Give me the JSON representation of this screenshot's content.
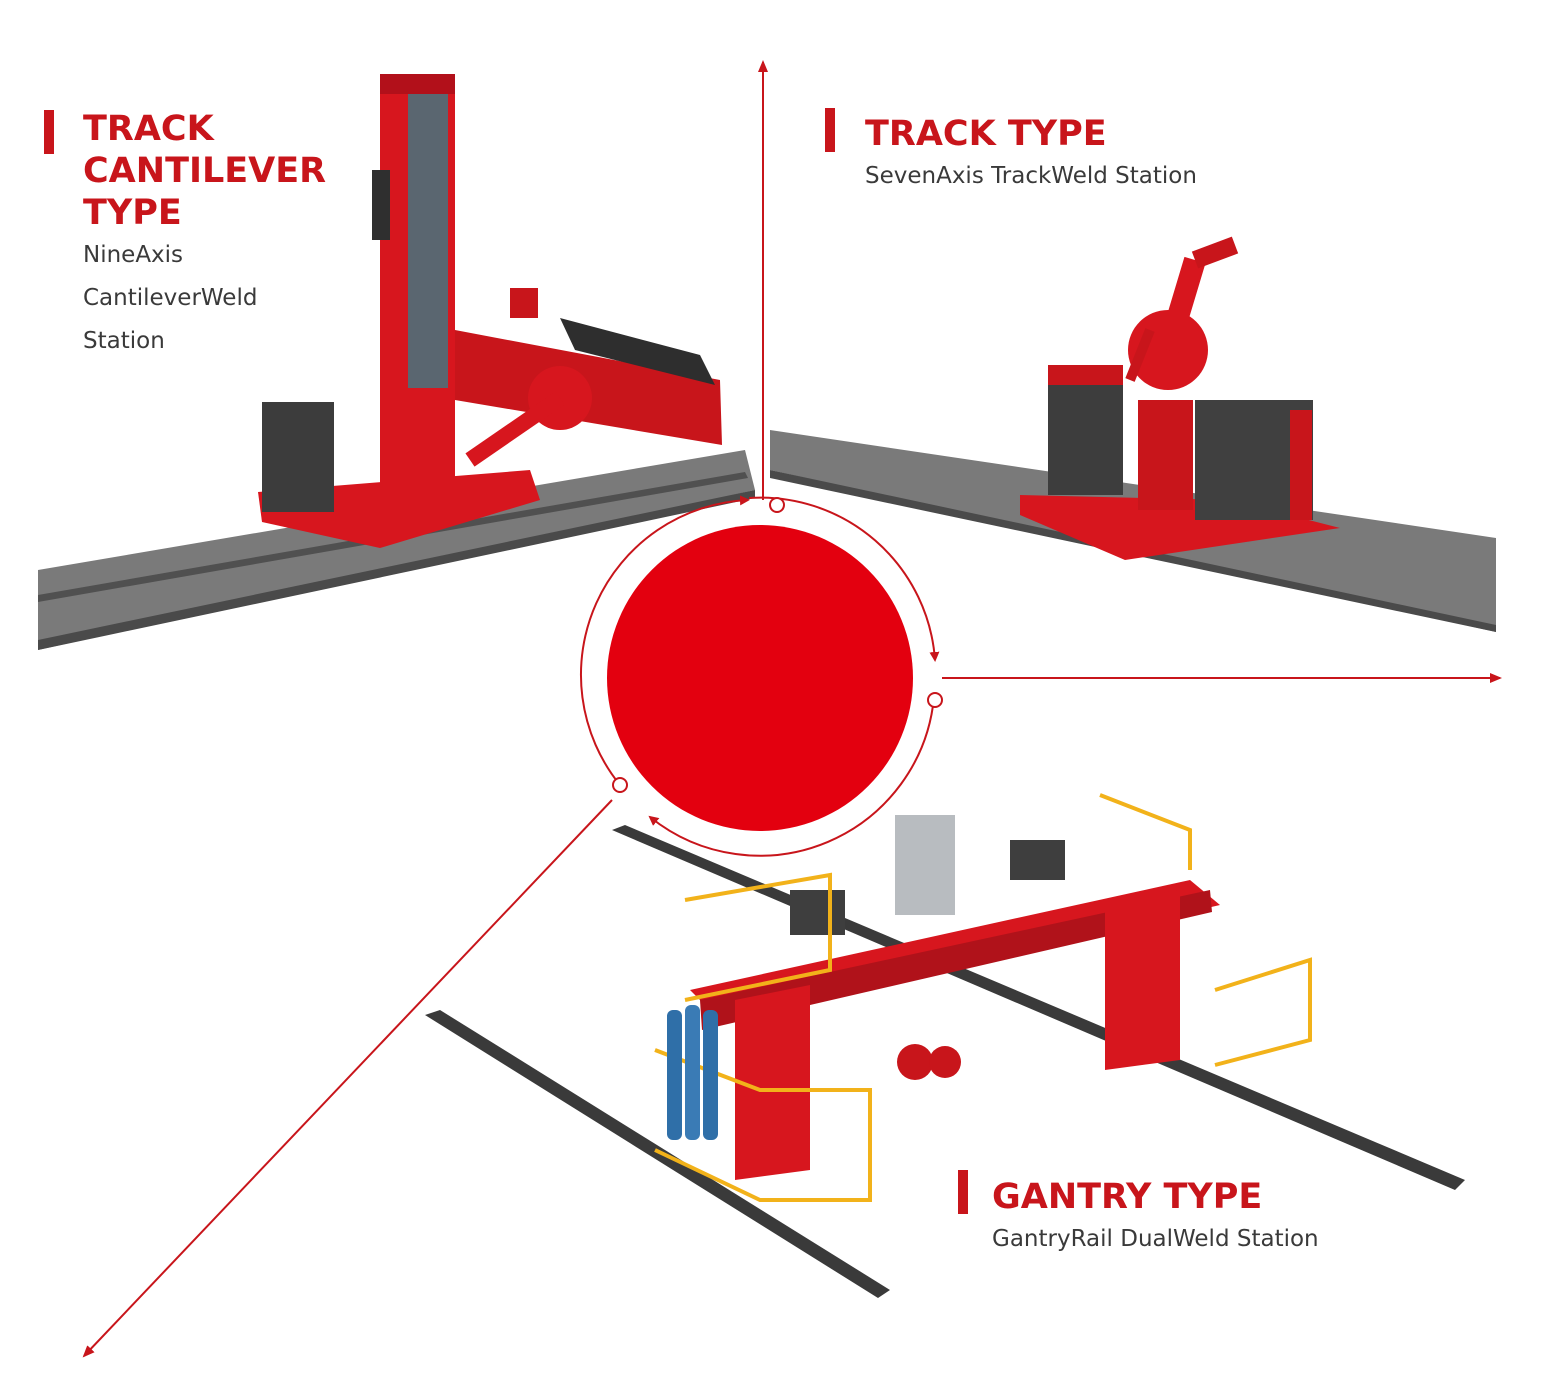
{
  "sections": {
    "cantilever": {
      "title": "TRACK\nCANTILEVER\nTYPE",
      "subtitle": "NineAxis\nCantileverWeld\nStation"
    },
    "track": {
      "title": "TRACK TYPE",
      "subtitle": "SevenAxis TrackWeld Station"
    },
    "gantry": {
      "title": "GANTRY TYPE",
      "subtitle": "GantryRail DualWeld Station"
    }
  },
  "colors": {
    "accent": "#c8151b",
    "circle": "#e3000f",
    "text": "#3a3a3a",
    "rail": "#6d6d6d",
    "railing": "#f2b21a"
  },
  "icons": [
    "welding-robot-icon",
    "gas-cylinder-icon",
    "control-cabinet-icon"
  ]
}
